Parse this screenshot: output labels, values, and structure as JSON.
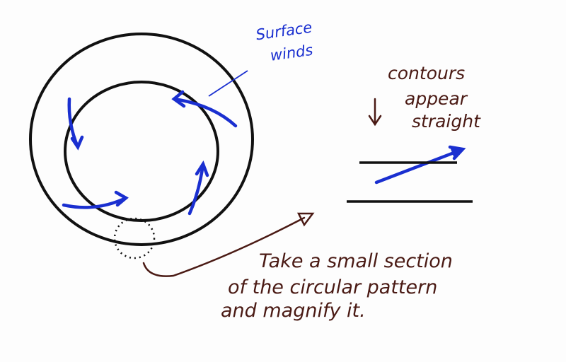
{
  "labels": {
    "surface_winds": [
      "Surface",
      "winds"
    ],
    "contours": [
      "contours",
      "appear",
      "straight"
    ],
    "caption": [
      "Take a small section",
      "of the circular pattern",
      "and magnify it."
    ]
  },
  "colors": {
    "ink_black": "#111111",
    "ink_blue": "#1a2fd0",
    "ink_brown": "#4a1a14"
  }
}
